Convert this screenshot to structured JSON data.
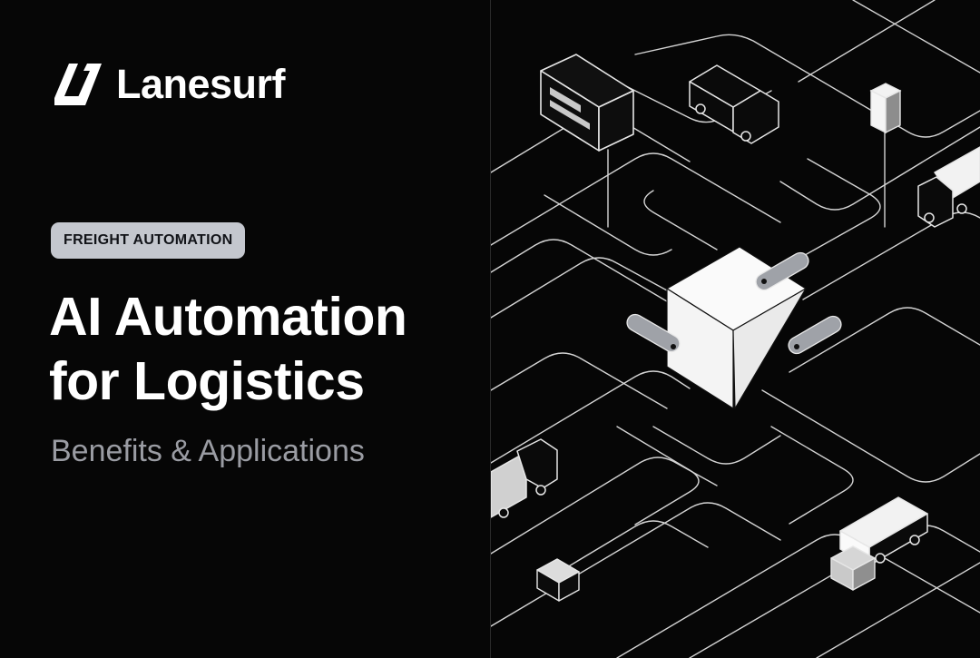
{
  "brand": {
    "name": "Lanesurf",
    "logo_icon": "lanesurf-logo-mark"
  },
  "hero": {
    "badge": "FREIGHT AUTOMATION",
    "headline_line1": "AI Automation",
    "headline_line2": "for Logistics",
    "subheadline": "Benefits & Applications"
  },
  "colors": {
    "background": "#060606",
    "badge_bg": "#c4c7ce",
    "subheadline": "#9a9ca3",
    "line_art": "#d9d9d9"
  },
  "illustration": {
    "central_icon": "ai-cube-icon",
    "items": [
      "server-box-icon",
      "truck-icon",
      "pillar-icon",
      "truck-icon",
      "truck-icon",
      "truck-icon",
      "package-icon",
      "package-icon"
    ]
  }
}
